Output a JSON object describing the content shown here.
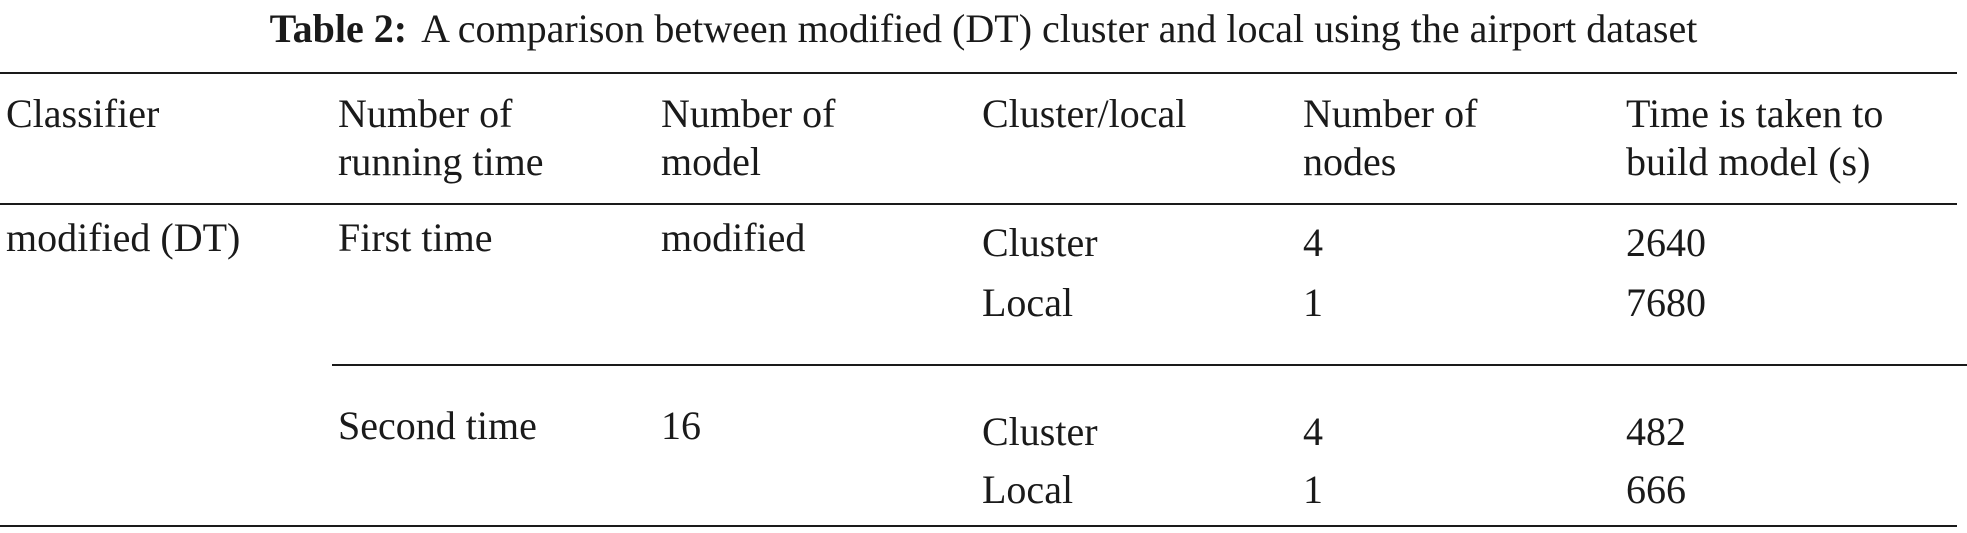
{
  "caption": {
    "label": "Table 2:",
    "text": "A comparison between modified (DT) cluster and local using the airport dataset"
  },
  "table": {
    "headers": [
      {
        "line1": "Classifier",
        "line2": ""
      },
      {
        "line1": "Number of",
        "line2": "running time"
      },
      {
        "line1": "Number of",
        "line2": "model"
      },
      {
        "line1": "Cluster/local",
        "line2": ""
      },
      {
        "line1": "Number of",
        "line2": "nodes"
      },
      {
        "line1": "Time is taken to",
        "line2": "build model (s)"
      }
    ],
    "classifier": "modified (DT)",
    "groups": [
      {
        "running_time": "First time",
        "model": "modified",
        "rows": [
          {
            "mode": "Cluster",
            "nodes": "4",
            "time": "2640"
          },
          {
            "mode": "Local",
            "nodes": "1",
            "time": "7680"
          }
        ]
      },
      {
        "running_time": "Second time",
        "model": "16",
        "rows": [
          {
            "mode": "Cluster",
            "nodes": "4",
            "time": "482"
          },
          {
            "mode": "Local",
            "nodes": "1",
            "time": "666"
          }
        ]
      }
    ]
  }
}
